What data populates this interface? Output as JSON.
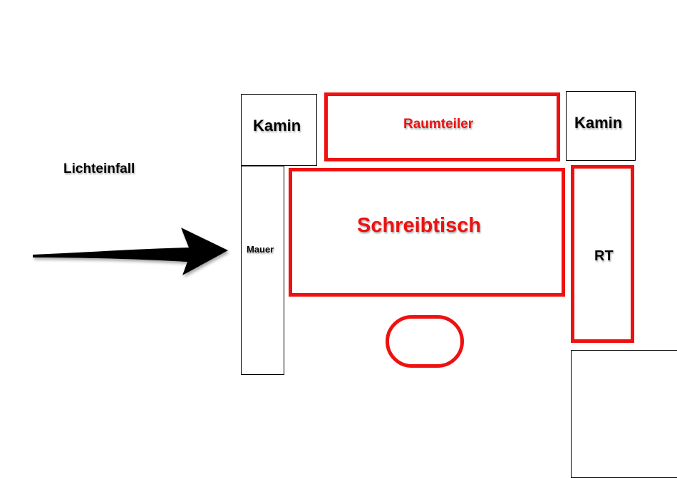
{
  "labels": {
    "lichteinfall": "Lichteinfall",
    "kamin_left": "Kamin",
    "raumteiler": "Raumteiler",
    "kamin_right": "Kamin",
    "mauer": "Mauer",
    "schreibtisch": "Schreibtisch",
    "rt": "RT"
  },
  "colors": {
    "furniture": "#ee1111",
    "wall": "#000000",
    "arrow": "#000000"
  },
  "icons": {
    "arrow": "arrow-right-icon"
  }
}
